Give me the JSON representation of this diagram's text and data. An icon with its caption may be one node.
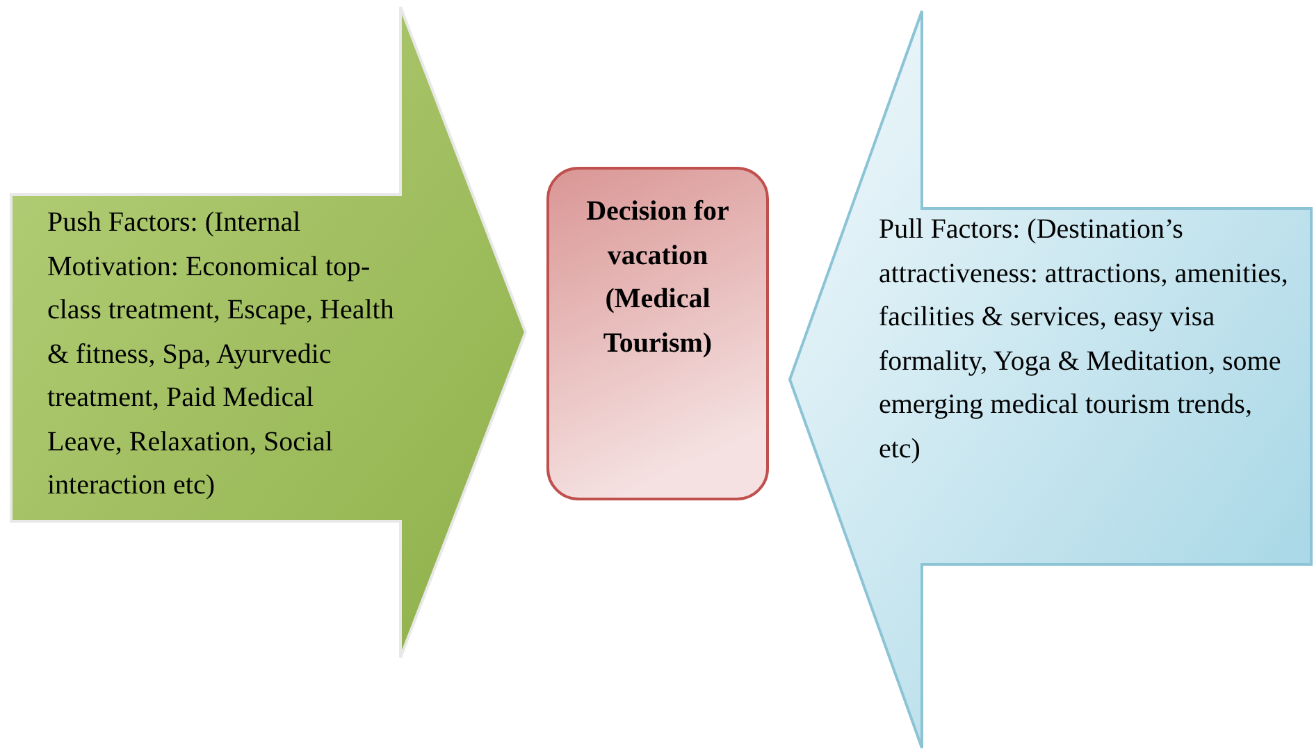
{
  "diagram": {
    "nodes": [
      {
        "text": [
          "Push Factors: (Internal Motivation: Economical top-class treatment, Escape, Health & fitness, Spa, Ayurvedic treatment, Paid Medical Leave, Relaxation, Social interaction etc)"
        ]
      },
      {
        "text": [
          "Decision for vacation (Medical Tourism)"
        ]
      },
      {
        "text": [
          "Pull Factors: (Destination’s attractiveness: attractions, amenities, facilities & services, easy visa formality, Yoga & Meditation, some emerging medical tourism trends, etc)"
        ]
      }
    ]
  }
}
